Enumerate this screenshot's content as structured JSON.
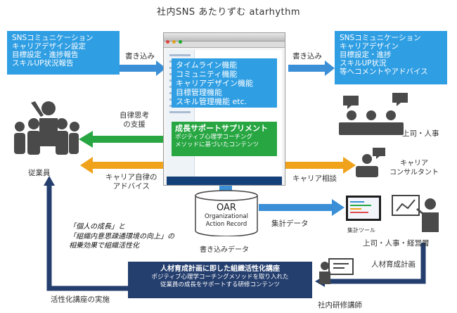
{
  "title": "社内SNS あたりずむ atarhythm",
  "left_input_box": [
    "SNSコミュニケーション",
    "キャリアデザイン設定",
    "目標設定・進捗報告",
    "スキルUP状況報告"
  ],
  "right_output_box": [
    "SNSコミュニケーション",
    "キャリアデザイン",
    "目標設定・進捗",
    "スキルUP状況",
    "等へコメントやアドバイス"
  ],
  "write_left": "書き込み",
  "write_right": "書き込み",
  "features_box": [
    "タイムライン機能",
    "コミュニティ機能",
    "キャリアデザイン機能",
    "目標管理機能",
    "スキル管理機能 etc."
  ],
  "support": {
    "autonomy_label": [
      "自律思考",
      "の支援"
    ],
    "title": "成長サポートサプリメント",
    "subtitle": [
      "ポジティブ心理学コーチング",
      "メソッドに基づいたコンテンツ"
    ]
  },
  "career_advice": [
    "キャリア自律の",
    "アドバイス"
  ],
  "career_consult": "キャリア相談",
  "employee_label": "従業員",
  "boss_label": "上司・人事",
  "consultant_label": [
    "キャリア",
    "コンサルタント"
  ],
  "db": {
    "name": "OAR",
    "line1": "Organizational",
    "line2": "Action Record",
    "caption": "書き込みデータ"
  },
  "aggregate_label": "集計データ",
  "tool_label": "集計ツール",
  "management_label": "上司・人事・経営層",
  "quote": [
    "「個人の成長」と",
    "「組織内意思疎通環境の向上」の",
    "相乗効果で組織活性化"
  ],
  "training": {
    "title": "人材育成計画に即した組織活性化講座",
    "line1": "ポジティブ心理学コーチングメソッドを取り入れた",
    "line2": "従業員の成長をサポートする研修コンテンツ"
  },
  "hr_plan_label": "人材育成計画",
  "trainer_label": "社内研修講師",
  "activation_label": "活性化講座の実施",
  "colors": {
    "blue": "#2f9ee3",
    "green": "#27a642",
    "orange": "#f0a21a",
    "navy": "#243e6e",
    "arrow_blue": "#3a8fd6"
  }
}
